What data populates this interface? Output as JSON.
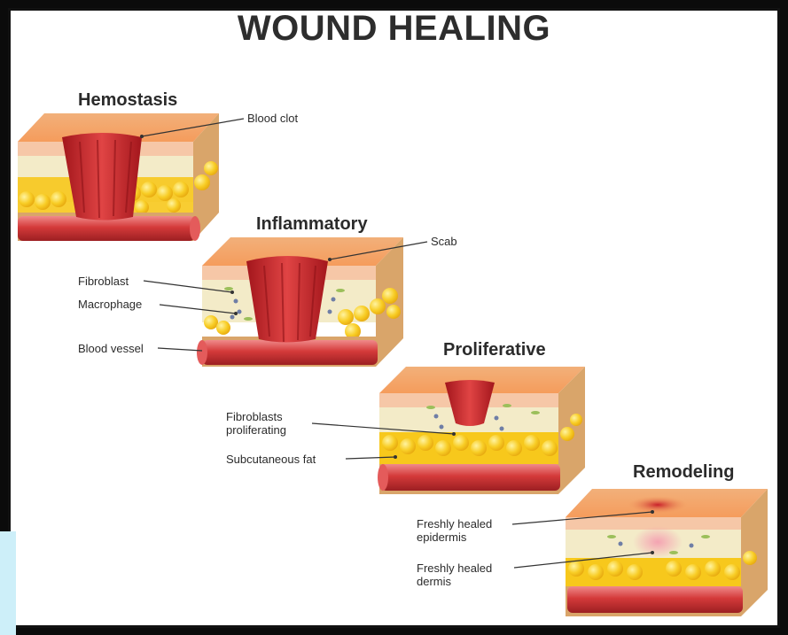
{
  "title": "WOUND HEALING",
  "stages": {
    "hemostasis": "Hemostasis",
    "inflammatory": "Inflammatory",
    "proliferative": "Proliferative",
    "remodeling": "Remodeling"
  },
  "labels": {
    "blood_clot": "Blood clot",
    "scab": "Scab",
    "fibroblast": "Fibroblast",
    "macrophage": "Macrophage",
    "blood_vessel": "Blood vessel",
    "fibroblasts_proliferating": "Fibroblasts\nproliferating",
    "subcutaneous_fat": "Subcutaneous fat",
    "freshly_healed_epidermis": "Freshly healed\nepidermis",
    "freshly_healed_dermis": "Freshly healed\ndermis"
  },
  "colors": {
    "skin_top": "#f7a86a",
    "skin_front": "#f6c29a",
    "dermis": "#f3ebc8",
    "fat": "#f7c81c",
    "vessel": "#d23b3b",
    "clot": "#c8262b",
    "text": "#2b2b2b"
  }
}
